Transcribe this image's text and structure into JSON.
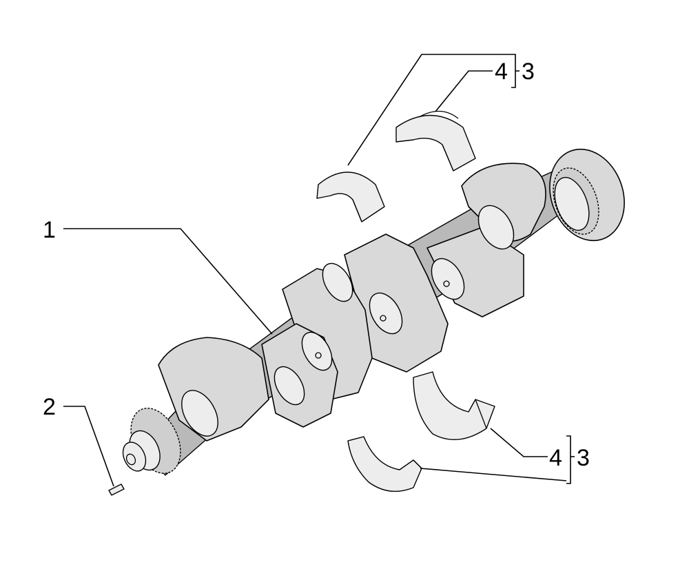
{
  "callouts": {
    "crankshaft": "1",
    "pin": "2",
    "bearing_set_top": "3",
    "bearing_shell_top": "4",
    "bearing_set_bottom": "3",
    "bearing_shell_bottom": "4"
  },
  "colors": {
    "line": "#000000",
    "fill_light": "#ededed",
    "fill_mid": "#d9d9d9",
    "fill_dark": "#b9b9b9",
    "background": "#ffffff"
  }
}
